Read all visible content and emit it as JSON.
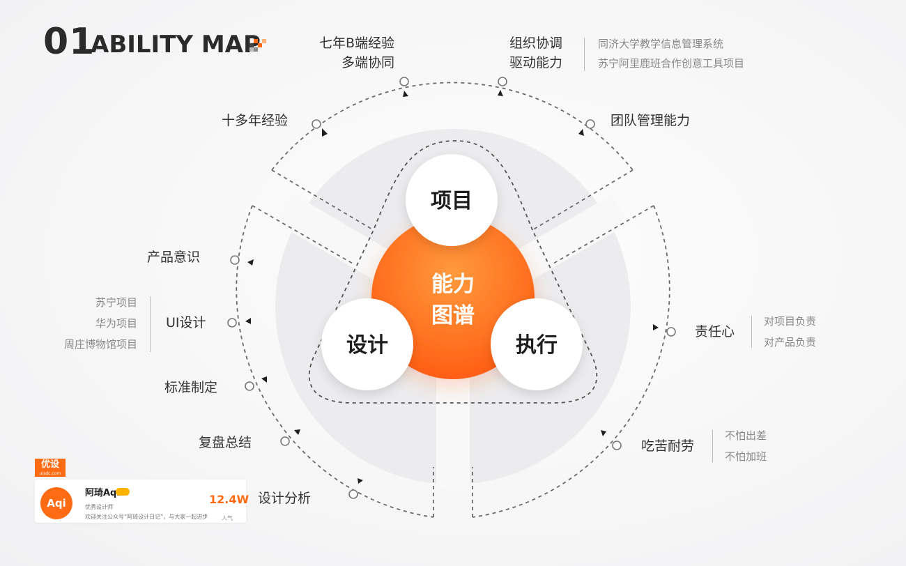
{
  "header": {
    "number": "01",
    "title": "ABILITY MAP"
  },
  "center": {
    "line1": "能力",
    "line2": "图谱"
  },
  "nodes": {
    "top": "项目",
    "left": "设计",
    "right": "执行"
  },
  "project_arc": {
    "items": [
      "十多年经验",
      "七年B端经验",
      "多端协同",
      "组织协调",
      "驱动能力",
      "团队管理能力"
    ],
    "org_details": [
      "同济大学教学信息管理系统",
      "苏宁阿里鹿班合作创意工具项目"
    ]
  },
  "design_arc": {
    "items": [
      "产品意识",
      "UI设计",
      "标准制定",
      "复盘总结",
      "设计分析"
    ],
    "ui_details": [
      "苏宁项目",
      "华为项目",
      "周庄博物馆项目"
    ]
  },
  "execution_arc": {
    "items": [
      "责任心",
      "吃苦耐劳"
    ],
    "responsibility_details": [
      "对项目负责",
      "对产品负责"
    ],
    "hardwork_details": [
      "不怕出差",
      "不怕加班"
    ]
  },
  "watermark": {
    "logo": "优设",
    "logo_sub": "uisdc.com",
    "avatar": "Aqi",
    "name": "阿琦Aqi",
    "role": "优秀设计师",
    "desc": "欢迎关注公众号“阿琦设计日记”，与大家一起进步",
    "count": "12.4W",
    "count_label": "人气"
  },
  "colors": {
    "accent": "#ff6a13",
    "accent_light": "#ff9a3c",
    "text": "#333333",
    "muted": "#888888",
    "dash": "#6b6b6b"
  }
}
